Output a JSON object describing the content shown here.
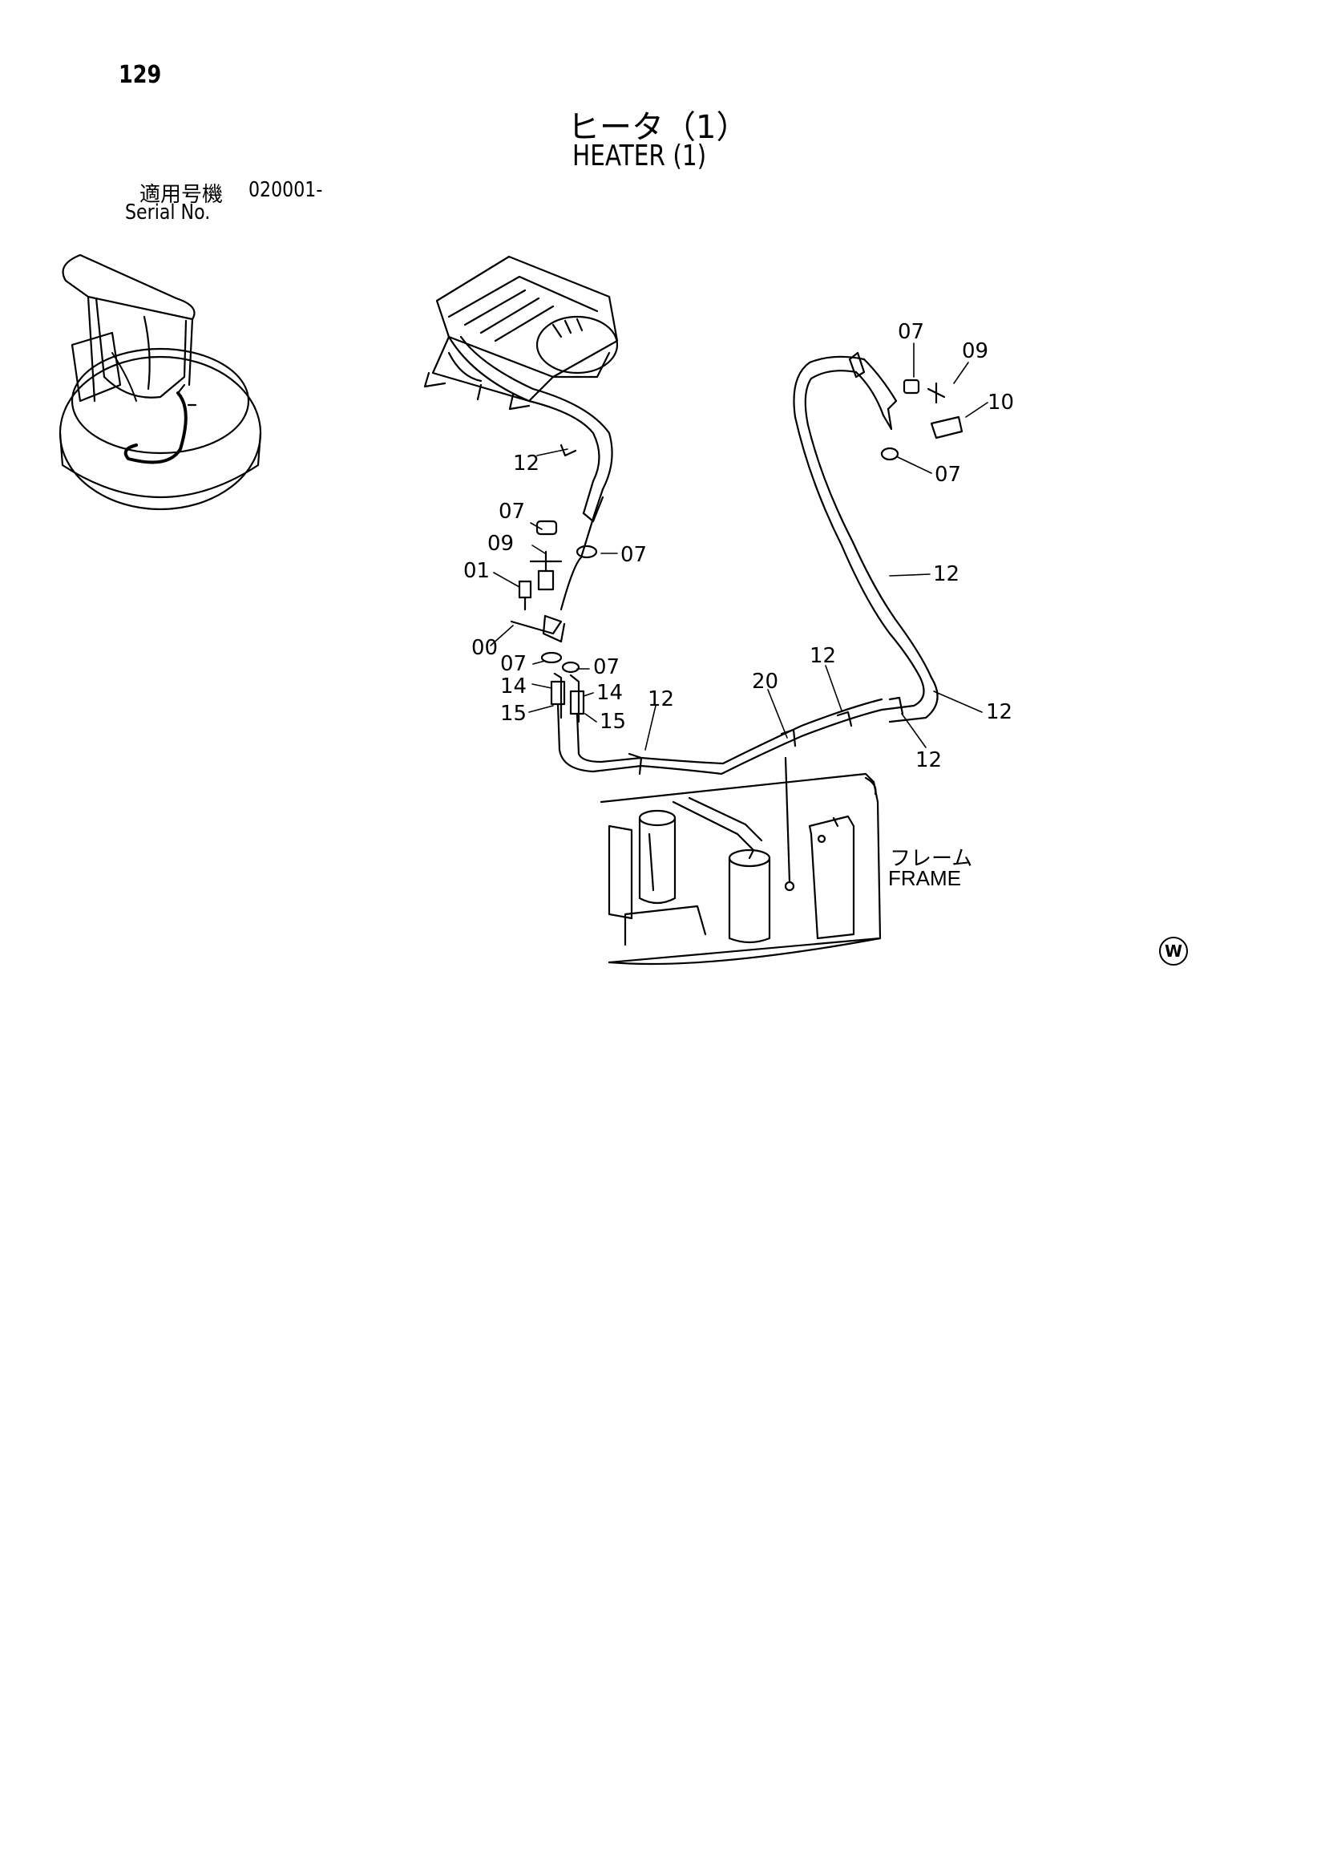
{
  "page_number": "129",
  "title": {
    "jp": "ヒータ（1）",
    "en": "HEATER (1)"
  },
  "serial": {
    "label_jp": "適用号機",
    "value": "020001-",
    "label_en": "Serial No."
  },
  "frame_label": {
    "jp": "フレーム",
    "en": "FRAME"
  },
  "corner_mark": "W",
  "callouts": [
    "12",
    "07",
    "09",
    "07",
    "01",
    "00",
    "07",
    "07",
    "14",
    "14",
    "15",
    "15",
    "12",
    "20",
    "12",
    "12",
    "12",
    "12",
    "07",
    "09",
    "10",
    "07"
  ]
}
